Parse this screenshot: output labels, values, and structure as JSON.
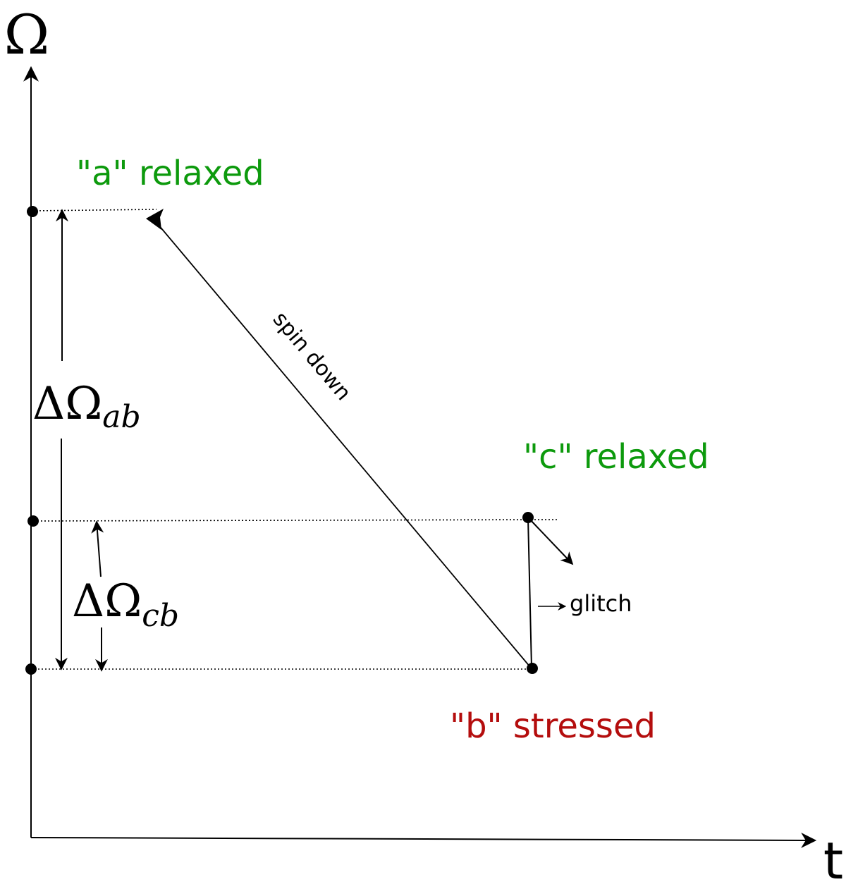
{
  "axes": {
    "y_label": "Ω",
    "x_label": "t"
  },
  "states": {
    "a": {
      "label": "\"a\" relaxed",
      "color": "#0d9a0d"
    },
    "b": {
      "label": "\"b\" stressed",
      "color": "#b40d0d"
    },
    "c": {
      "label": "\"c\" relaxed",
      "color": "#0d9a0d"
    }
  },
  "annotations": {
    "spin_down": "spin down",
    "glitch": "glitch"
  },
  "deltas": {
    "ab": {
      "symbol": "ΔΩ",
      "subscript": "ab"
    },
    "cb": {
      "symbol": "ΔΩ",
      "subscript": "cb"
    }
  }
}
